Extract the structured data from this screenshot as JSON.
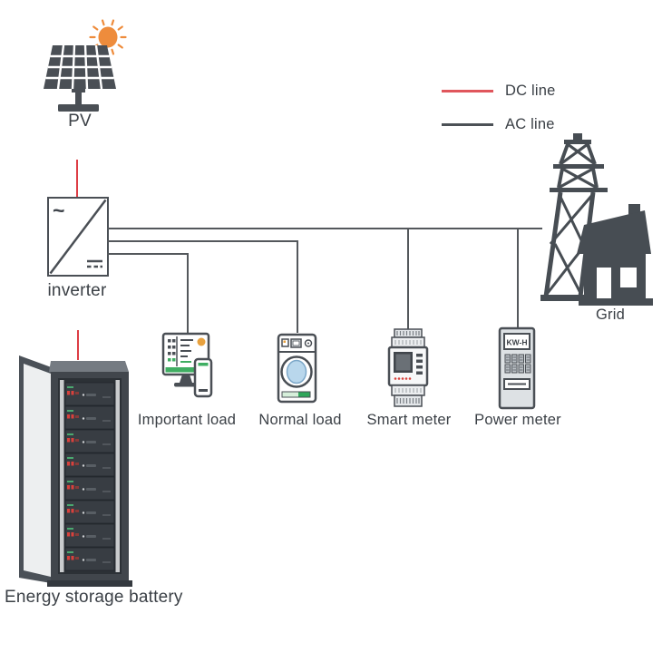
{
  "colors": {
    "dc_line": "#dd3d45",
    "ac_line": "#54585c",
    "ink": "#474d53",
    "sun_orange": "#ee8c3c",
    "accent_green": "#3fae62",
    "washer_window_blue": "#b9d7ec"
  },
  "legend": {
    "dc_label": "DC line",
    "ac_label": "AC line"
  },
  "nodes": {
    "pv": "PV",
    "inverter": "inverter",
    "inverter_ac_symbol": "~",
    "battery": "Energy storage battery",
    "important_load": "Important load",
    "normal_load": "Normal load",
    "smart_meter": "Smart meter",
    "power_meter": "Power meter",
    "power_meter_display": "KW-H",
    "grid": "Grid"
  }
}
